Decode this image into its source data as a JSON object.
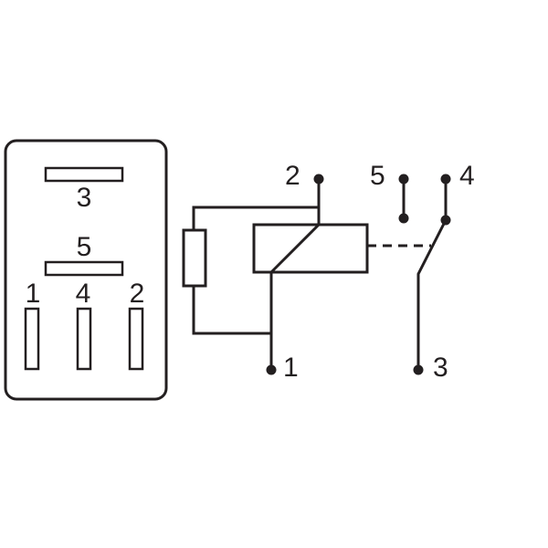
{
  "footprint": {
    "pins": [
      {
        "id": "3",
        "label": "3"
      },
      {
        "id": "5",
        "label": "5"
      },
      {
        "id": "1",
        "label": "1"
      },
      {
        "id": "4",
        "label": "4"
      },
      {
        "id": "2",
        "label": "2"
      }
    ]
  },
  "schematic": {
    "terminals": [
      {
        "id": "2",
        "label": "2"
      },
      {
        "id": "1",
        "label": "1"
      },
      {
        "id": "5",
        "label": "5"
      },
      {
        "id": "4",
        "label": "4"
      },
      {
        "id": "3",
        "label": "3"
      }
    ]
  },
  "colors": {
    "ink": "#231f20",
    "background": "#ffffff"
  }
}
